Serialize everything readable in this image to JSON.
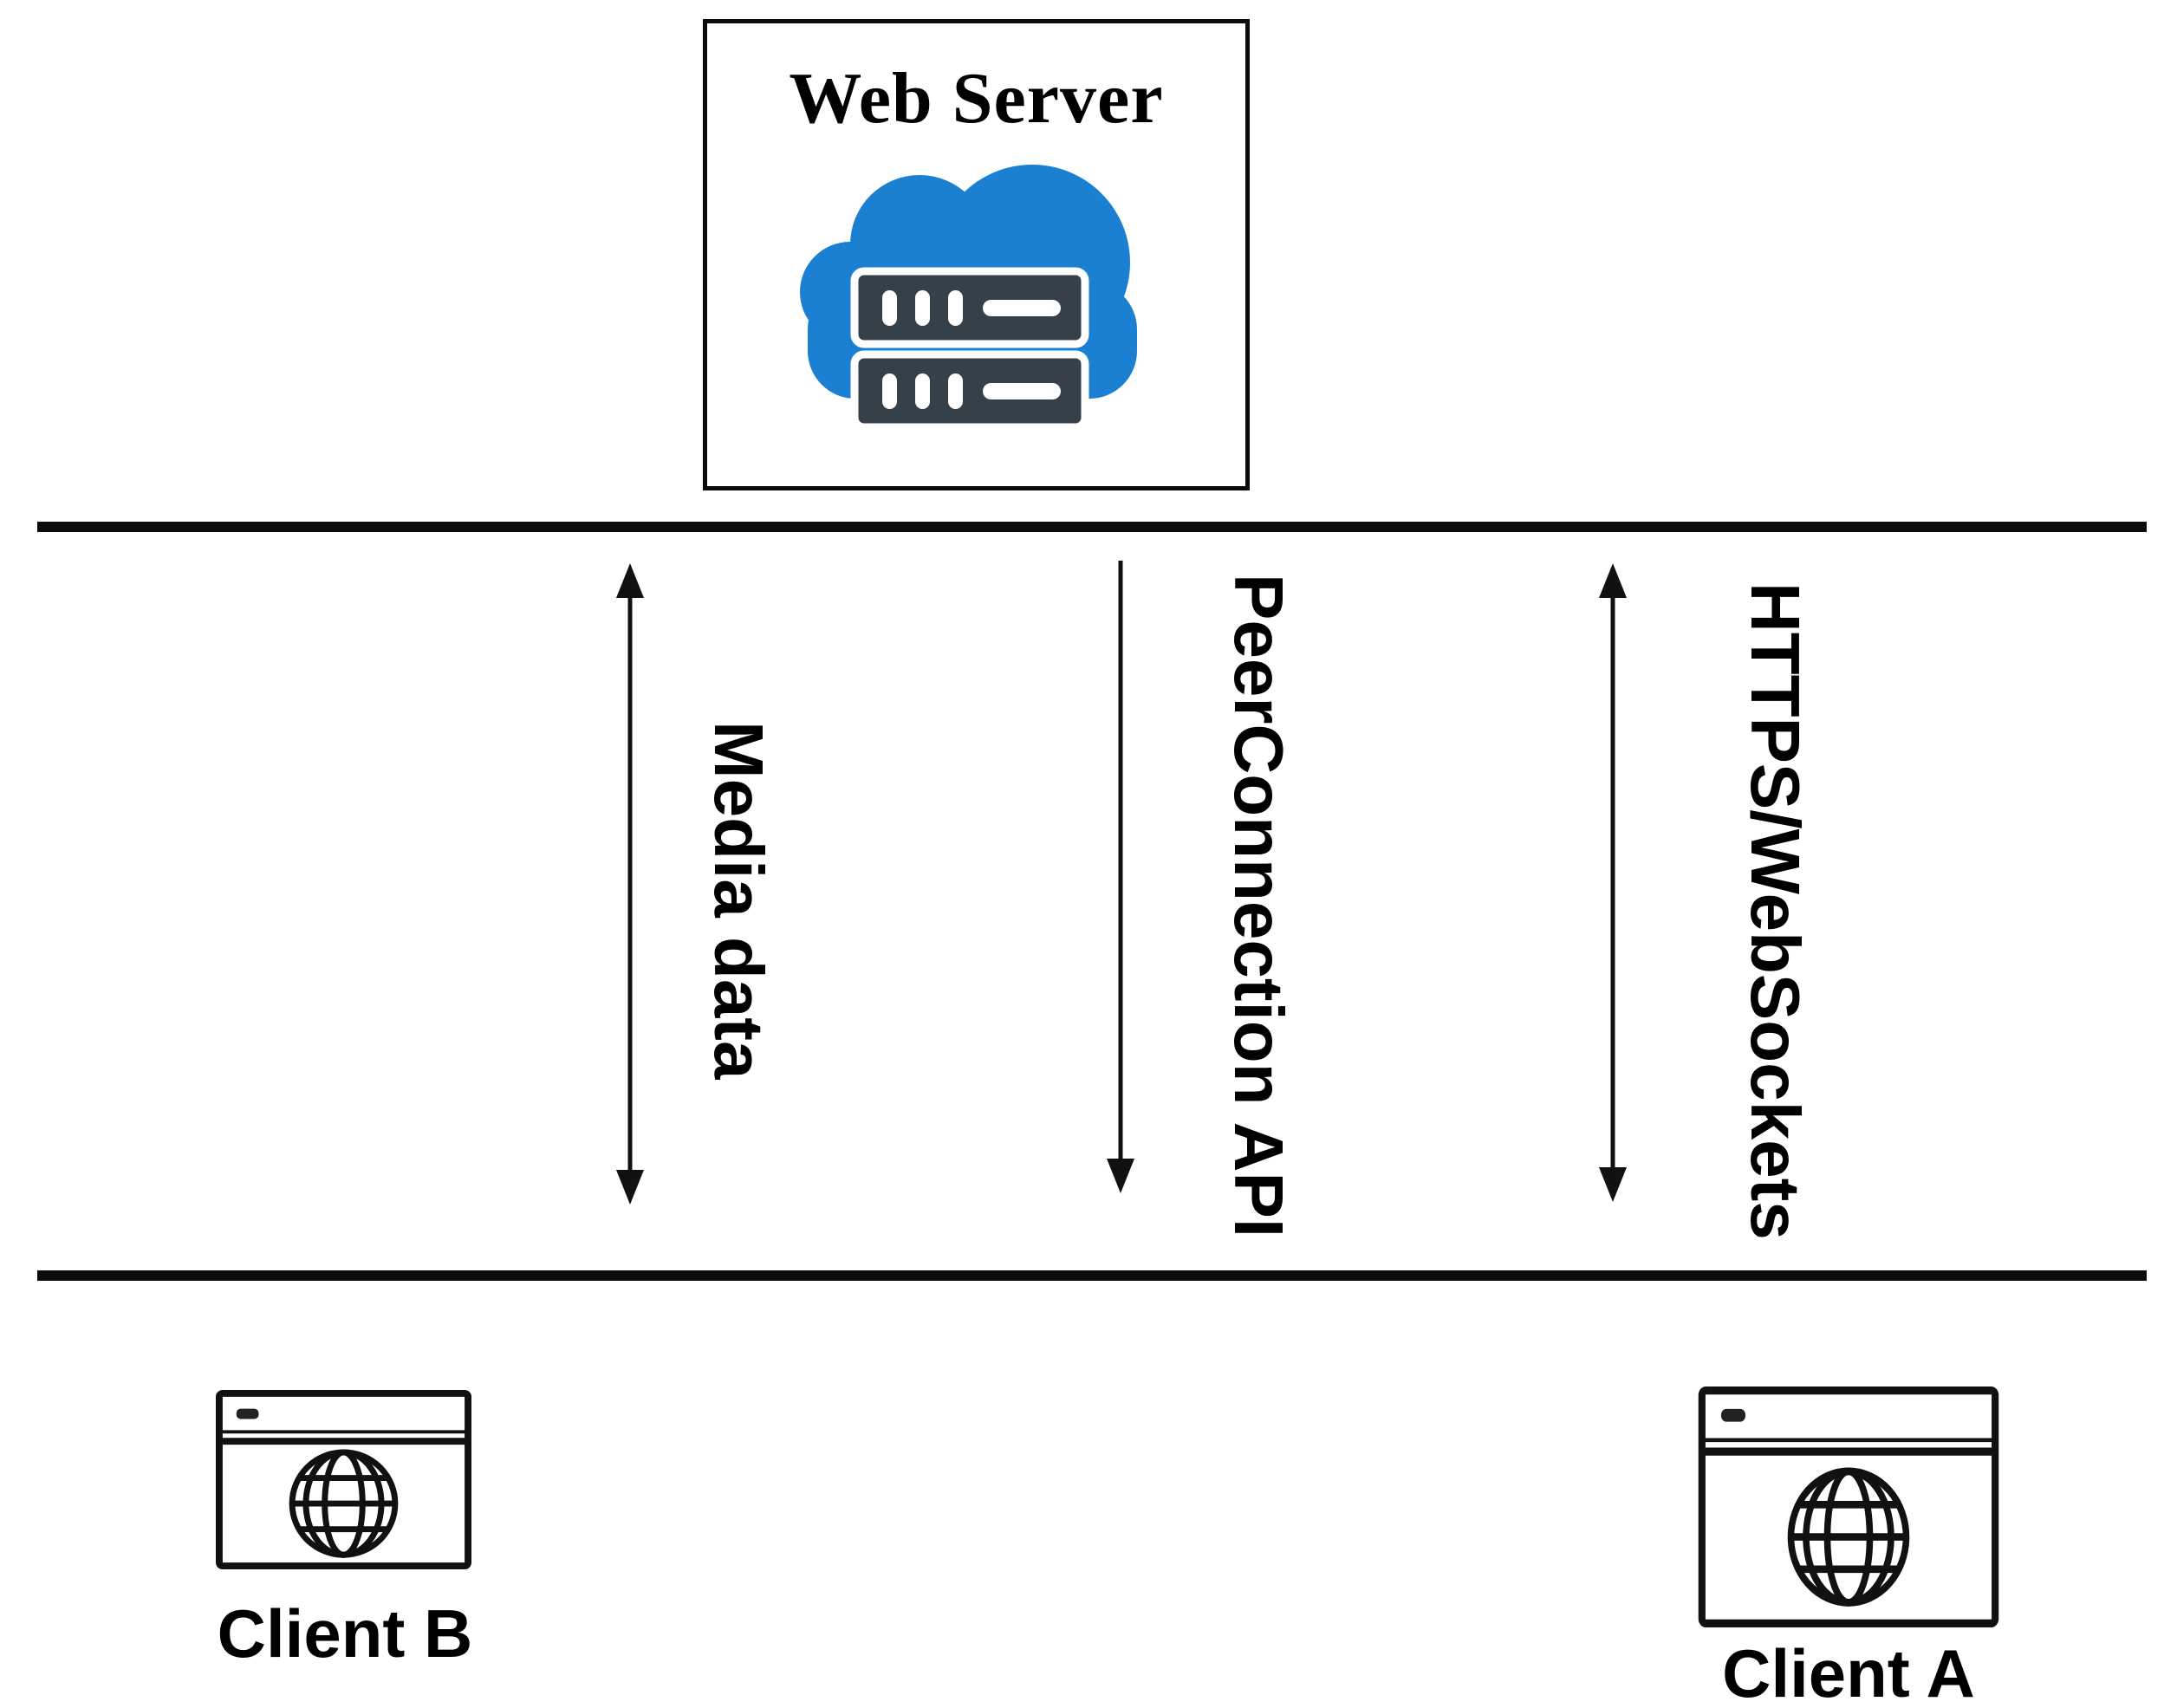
{
  "diagram": {
    "server": {
      "label": "Web Server",
      "icon": "cloud-server-icon"
    },
    "connections": [
      {
        "id": "media",
        "label": "Media data",
        "arrow_style": "double-headed"
      },
      {
        "id": "peerconnection",
        "label": "PeerConnection API",
        "arrow_style": "down"
      },
      {
        "id": "https",
        "label": "HTTPS/WebSockets",
        "arrow_style": "double-headed"
      }
    ],
    "clients": [
      {
        "id": "client-b",
        "label": "Client B",
        "icon": "browser-globe-icon"
      },
      {
        "id": "client-a",
        "label": "Client A",
        "icon": "browser-globe-icon"
      }
    ],
    "colors": {
      "cloud_blue": "#1b80d2",
      "rack_dark": "#364049",
      "line_black": "#0b0b0b"
    }
  }
}
